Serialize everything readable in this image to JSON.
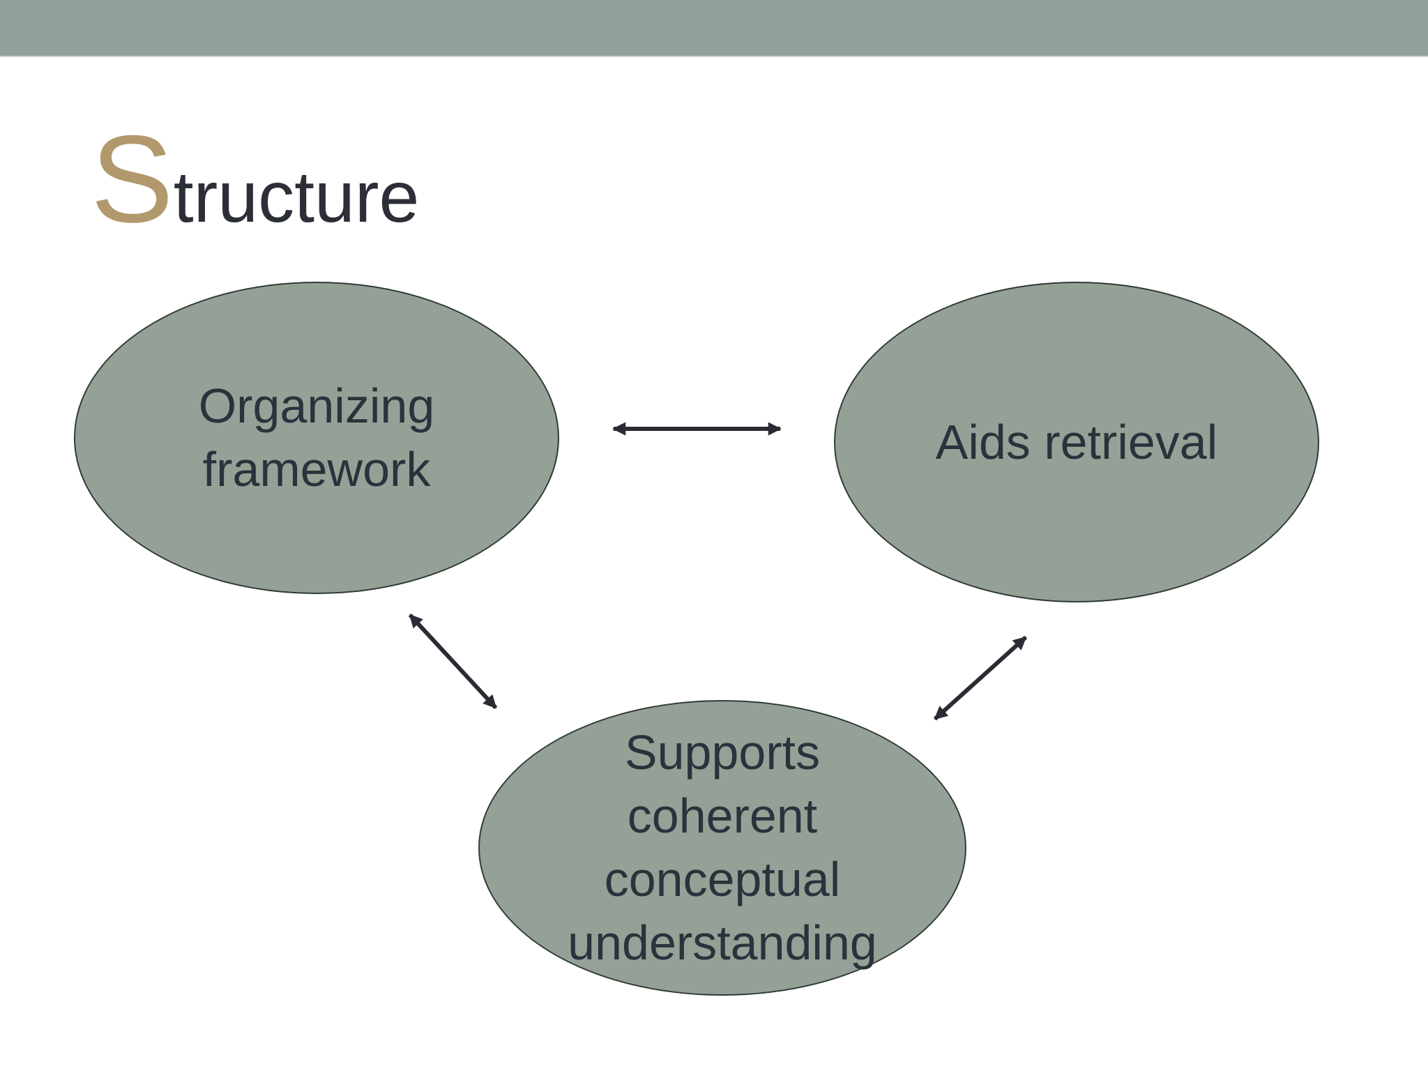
{
  "slide": {
    "title": {
      "initial": "S",
      "rest": "tructure",
      "full": "Structure"
    },
    "nodes": [
      {
        "id": "organizing-framework",
        "label": "Organizing framework",
        "lines": [
          "Organizing",
          "framework"
        ]
      },
      {
        "id": "aids-retrieval",
        "label": "Aids retrieval",
        "lines": [
          "Aids retrieval"
        ]
      },
      {
        "id": "supports-coherent-conceptual-understanding",
        "label": "Supports coherent conceptual understanding",
        "lines": [
          "Supports",
          "coherent",
          "conceptual",
          "understanding"
        ]
      }
    ],
    "connectors": [
      {
        "from": "organizing-framework",
        "to": "aids-retrieval",
        "bidirectional": true
      },
      {
        "from": "organizing-framework",
        "to": "supports-coherent-conceptual-understanding",
        "bidirectional": true
      },
      {
        "from": "supports-coherent-conceptual-understanding",
        "to": "aids-retrieval",
        "bidirectional": true
      }
    ],
    "colors": {
      "header_bar": "#92a09a",
      "ellipse_fill": "#95a196",
      "ellipse_border": "#2f3b36",
      "ellipse_text": "#2a323c",
      "title_initial": "#b2996d",
      "title_rest": "#2d2f38",
      "arrow": "#2e2a34",
      "background": "#ffffff"
    }
  }
}
